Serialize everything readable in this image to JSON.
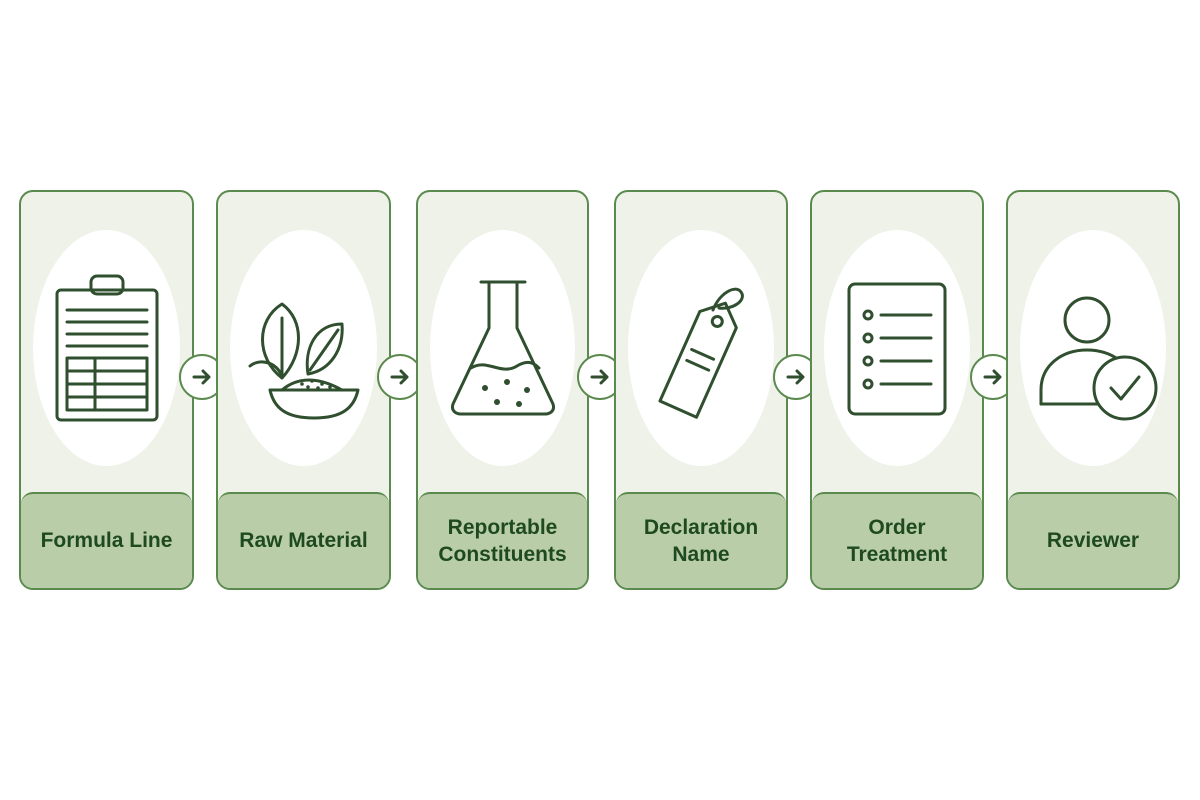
{
  "steps": [
    {
      "label": "Formula Line",
      "icon": "clipboard-table-icon"
    },
    {
      "label": "Raw Material",
      "icon": "leaves-bowl-icon"
    },
    {
      "label": "Reportable Constituents",
      "icon": "flask-icon"
    },
    {
      "label": "Declaration Name",
      "icon": "tag-icon"
    },
    {
      "label": "Order Treatment",
      "icon": "checklist-icon"
    },
    {
      "label": "Reviewer",
      "icon": "user-check-icon"
    }
  ],
  "colors": {
    "card_fill": "#eef2e9",
    "card_border": "#5b8a4e",
    "label_fill": "#b9cda9",
    "label_text": "#1f4a1f",
    "icon_stroke": "#2f4f2f"
  }
}
